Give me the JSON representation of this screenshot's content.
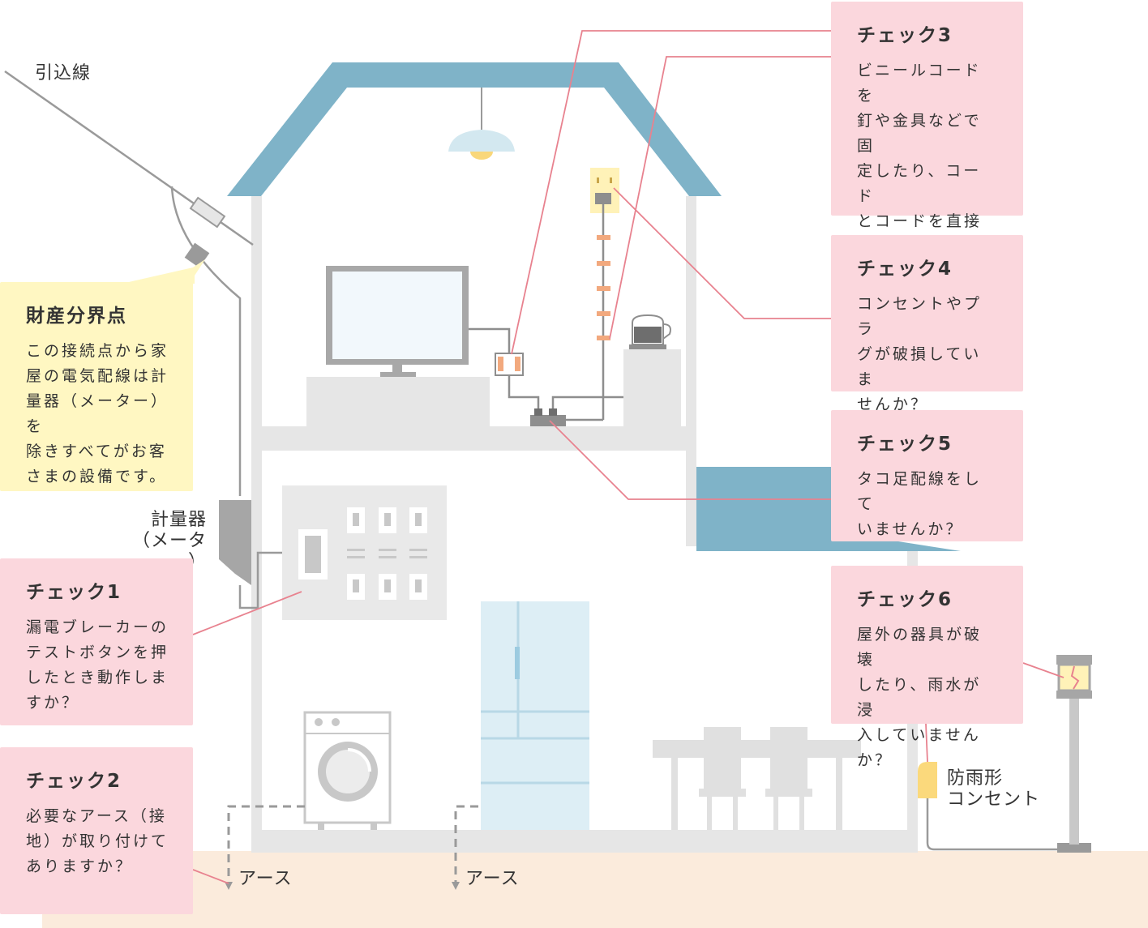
{
  "labels": {
    "service_line": "引込線",
    "meter": "計量器\n（メーター）",
    "earth_left": "アース",
    "earth_right": "アース",
    "rainproof_outlet": "防雨形\nコンセント"
  },
  "boxes": {
    "property_point": {
      "title": "財産分界点",
      "text": "この接続点から家\n屋の電気配線は計\n量器（メーター）を\n除きすべてがお客\nさまの設備です。"
    },
    "check1": {
      "title": "チェック1",
      "text": "漏電ブレーカーの\nテストボタンを押\nしたとき動作しま\nすか？"
    },
    "check2": {
      "title": "チェック2",
      "text": "必要なアース（接\n地）が取り付けて\nありますか？"
    },
    "check3": {
      "title": "チェック3",
      "text": "ビニールコードを\n釘や金具などで固\n定したり、コード\nとコードを直接接\n続したところはあ\nりませんか？"
    },
    "check4": {
      "title": "チェック4",
      "text": "コンセントやプラ\nグが破損していま\nせんか？"
    },
    "check5": {
      "title": "チェック5",
      "text": "タコ足配線をして\nいませんか？"
    },
    "check6": {
      "title": "チェック6",
      "text": "屋外の器具が破壊\nしたり、雨水が浸\n入していません\nか？"
    }
  },
  "colors": {
    "roof": "#7fb3c8",
    "wall": "#e6e6e6",
    "ground": "#fbebdc",
    "pink_box": "#fbd7dd",
    "yellow_box": "#fff7c2",
    "leader_line": "#e8828f",
    "wire": "#8e8e8e",
    "fridge": "#ddeef5"
  }
}
